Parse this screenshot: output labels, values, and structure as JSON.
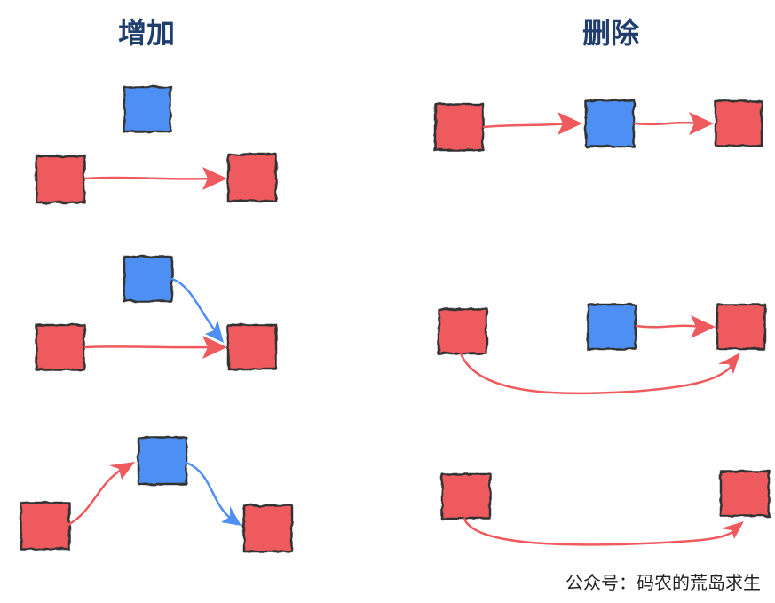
{
  "titles": {
    "add": "增加",
    "delete": "删除"
  },
  "footer": "公众号：码农的荒岛求生",
  "colors": {
    "old_node": "#ef5a5e",
    "new_node": "#4d8ff2",
    "outline": "#333333",
    "title": "#1f3e6e"
  }
}
